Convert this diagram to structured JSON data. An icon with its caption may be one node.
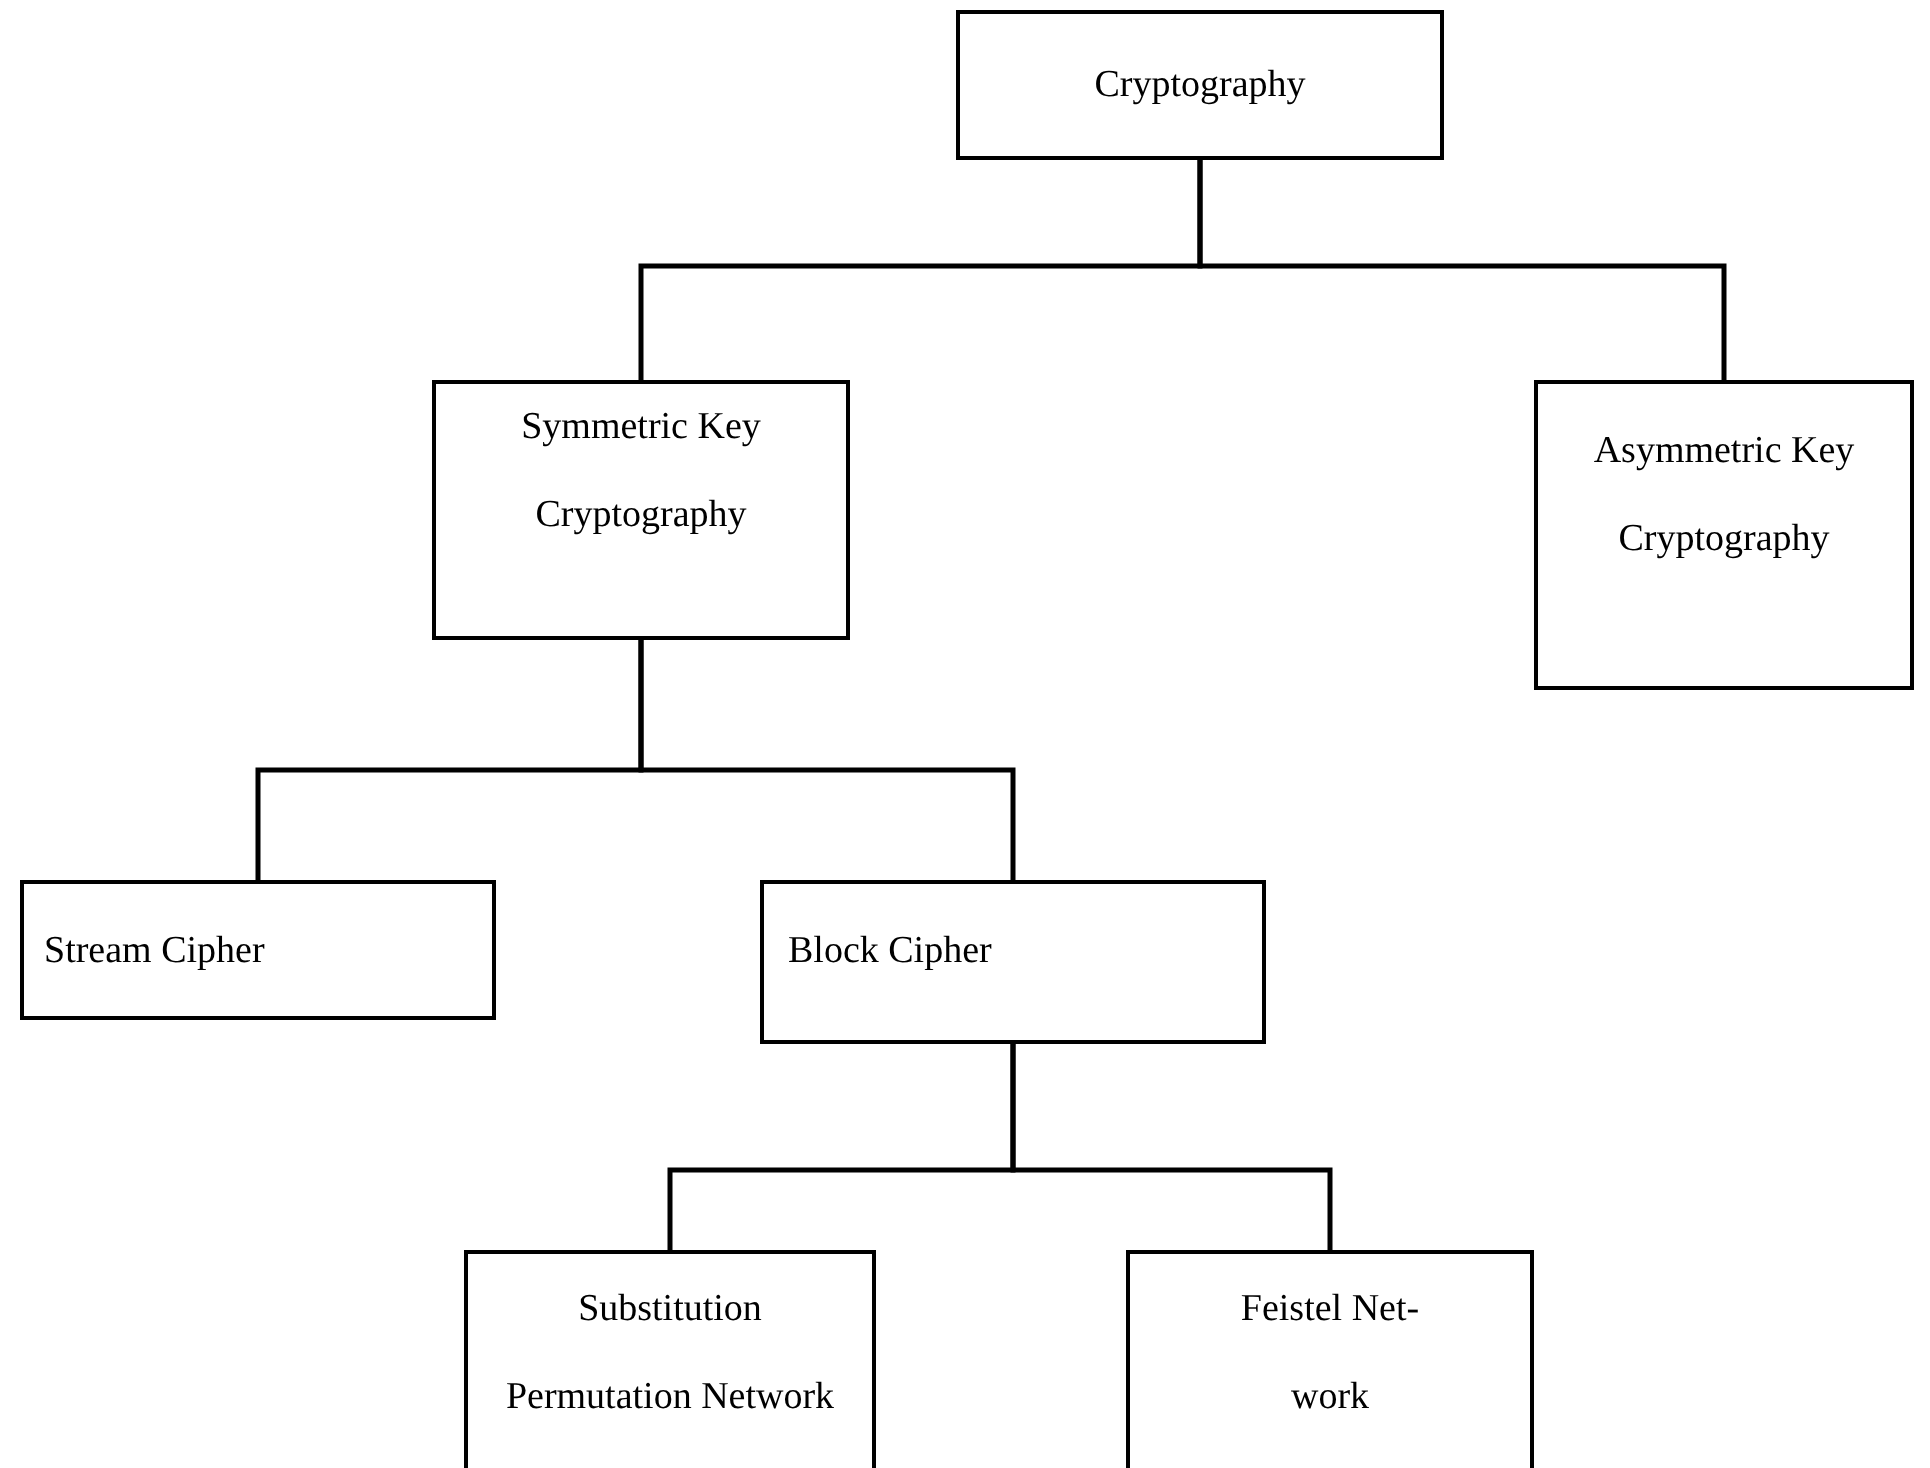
{
  "diagram": {
    "nodes": [
      {
        "text": [
          "Cryptography"
        ]
      },
      {
        "text": [
          "Symmetric Key Cryptography"
        ]
      },
      {
        "text": [
          "Asymmetric Key Cryptography"
        ]
      },
      {
        "text": [
          "Stream Cipher"
        ]
      },
      {
        "text": [
          "Block Cipher"
        ]
      },
      {
        "text": [
          "Substitution Permutation Network"
        ]
      },
      {
        "text": [
          "Feistel Net- work"
        ]
      }
    ],
    "edges": [
      {
        "from": 0,
        "to": 1,
        "arrow": "none"
      },
      {
        "from": 0,
        "to": 2,
        "arrow": "none"
      },
      {
        "from": 1,
        "to": 3,
        "arrow": "none"
      },
      {
        "from": 1,
        "to": 4,
        "arrow": "none"
      },
      {
        "from": 4,
        "to": 5,
        "arrow": "none"
      },
      {
        "from": 4,
        "to": 6,
        "arrow": "none"
      }
    ]
  }
}
